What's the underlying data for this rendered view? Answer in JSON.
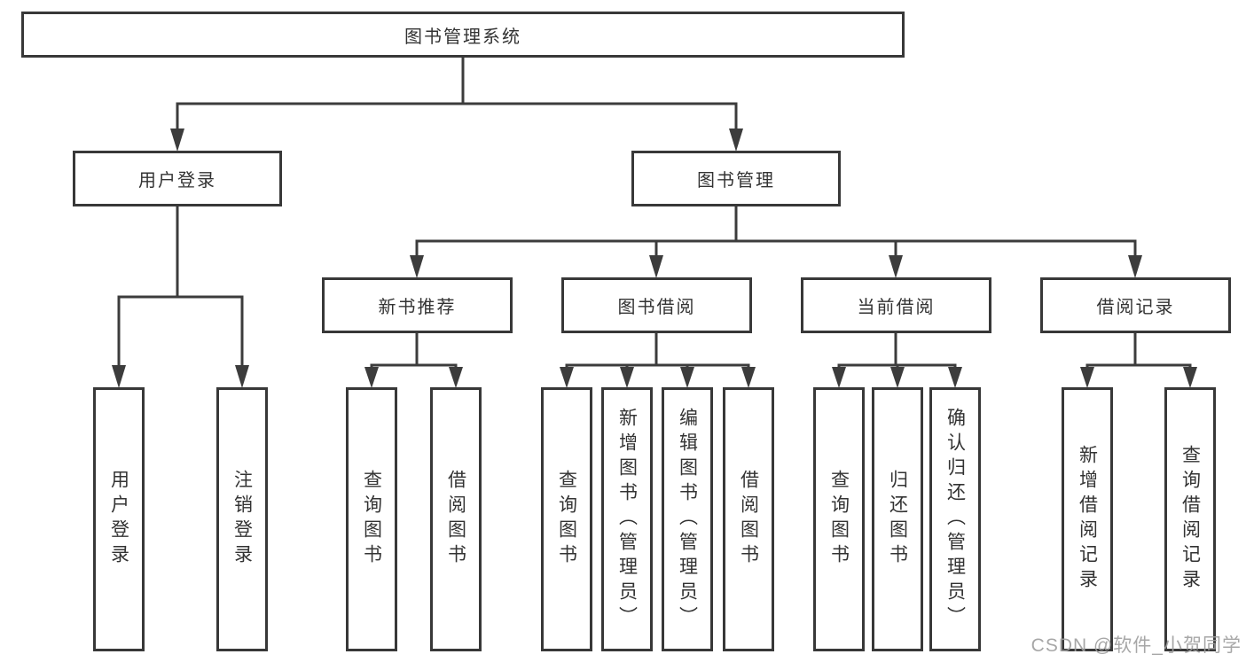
{
  "d": {
    "root": "图书管理系统",
    "branches": [
      {
        "label": "用户登录",
        "leaves": [
          "用户登录",
          "注销登录"
        ]
      },
      {
        "label": "图书管理",
        "sections": [
          {
            "label": "新书推荐",
            "leaves": [
              "查询图书",
              "借阅图书"
            ]
          },
          {
            "label": "图书借阅",
            "leaves": [
              "查询图书",
              "新增图书（管理员）",
              "编辑图书（管理员）",
              "借阅图书"
            ]
          },
          {
            "label": "当前借阅",
            "leaves": [
              "查询图书",
              "归还图书",
              "确认归还（管理员）"
            ]
          },
          {
            "label": "借阅记录",
            "leaves": [
              "新增借阅记录",
              "查询借阅记录"
            ]
          }
        ]
      }
    ]
  },
  "watermark": "CSDN @软件_小贺同学",
  "colors": {
    "line": "#3c3c3c",
    "border": "#383838",
    "text": "#333333",
    "watermark": "#9e9e9e",
    "background": "#ffffff"
  }
}
